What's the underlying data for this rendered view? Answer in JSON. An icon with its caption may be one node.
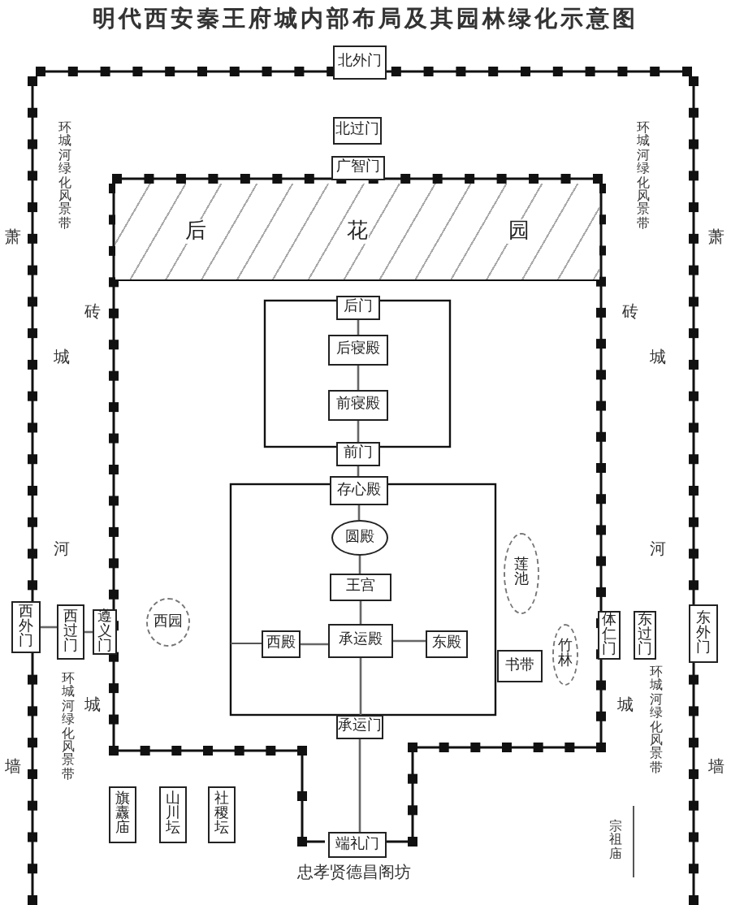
{
  "diagram": {
    "title": "明代西安秦王府城内部布局及其园林绿化示意图",
    "nodes": [
      {
        "text": [
          "北外门"
        ]
      },
      {
        "text": [
          "北过门"
        ]
      },
      {
        "text": [
          "广智门"
        ]
      },
      {
        "text": [
          "后",
          "花",
          "园"
        ]
      },
      {
        "text": [
          "后门"
        ]
      },
      {
        "text": [
          "后寝殿"
        ]
      },
      {
        "text": [
          "前寝殿"
        ]
      },
      {
        "text": [
          "前门"
        ]
      },
      {
        "text": [
          "存心殿"
        ]
      },
      {
        "text": [
          "圆殿"
        ]
      },
      {
        "text": [
          "王宫"
        ]
      },
      {
        "text": [
          "西外门"
        ]
      },
      {
        "text": [
          "西过门"
        ]
      },
      {
        "text": [
          "遵义门"
        ]
      },
      {
        "text": [
          "西园"
        ]
      },
      {
        "text": [
          "西殿"
        ]
      },
      {
        "text": [
          "承运殿"
        ]
      },
      {
        "text": [
          "东殿"
        ]
      },
      {
        "text": [
          "莲池"
        ]
      },
      {
        "text": [
          "书带"
        ]
      },
      {
        "text": [
          "竹林"
        ]
      },
      {
        "text": [
          "体仁门"
        ]
      },
      {
        "text": [
          "东过门"
        ]
      },
      {
        "text": [
          "东外门"
        ]
      },
      {
        "text": [
          "承运门"
        ]
      },
      {
        "text": [
          "端礼门"
        ]
      },
      {
        "text": [
          "旗纛庙"
        ]
      },
      {
        "text": [
          "山川坛"
        ]
      },
      {
        "text": [
          "社稷坛"
        ]
      }
    ],
    "edges": [
      {
        "from": 4,
        "to": 5,
        "arrow": "none"
      },
      {
        "from": 5,
        "to": 6,
        "arrow": "none"
      },
      {
        "from": 6,
        "to": 7,
        "arrow": "none"
      },
      {
        "from": 7,
        "to": 8,
        "arrow": "none"
      },
      {
        "from": 8,
        "to": 9,
        "arrow": "none"
      },
      {
        "from": 9,
        "to": 10,
        "arrow": "none"
      },
      {
        "from": 10,
        "to": 16,
        "arrow": "none"
      },
      {
        "from": 16,
        "to": 24,
        "arrow": "none"
      },
      {
        "from": 24,
        "to": 25,
        "arrow": "none"
      },
      {
        "from": 15,
        "to": 16,
        "arrow": "none"
      },
      {
        "from": 16,
        "to": 17,
        "arrow": "none"
      },
      {
        "from": 11,
        "to": 12,
        "arrow": "none"
      },
      {
        "from": 12,
        "to": 13,
        "arrow": "none"
      }
    ],
    "labels": [
      "萧",
      "萧",
      "环城河绿化风景带",
      "环城河绿化风景带",
      "砖",
      "砖",
      "城",
      "城",
      "河",
      "河",
      "城",
      "城",
      "环城河绿化风景带",
      "环城河绿化风景带",
      "墙",
      "墙",
      "宗祖庙",
      "忠孝贤德昌阁坊"
    ]
  }
}
